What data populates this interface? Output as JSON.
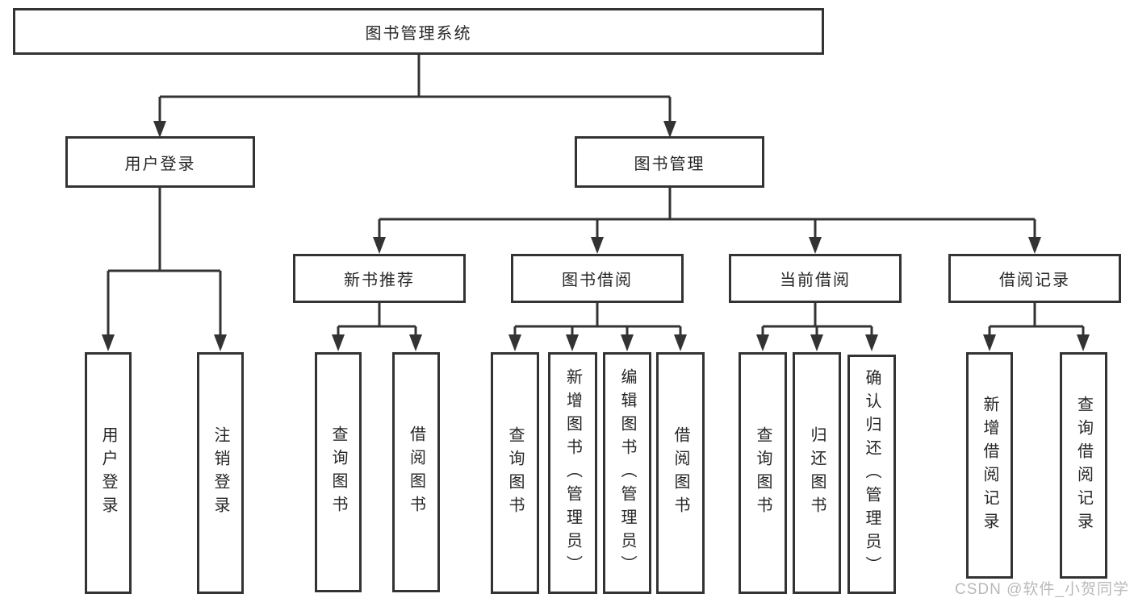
{
  "diagram": {
    "type": "hierarchy",
    "colors": {
      "line": "#333333",
      "box_border": "#333333",
      "text": "#262626",
      "background": "#ffffff",
      "watermark": "#b9b9b9"
    },
    "root": {
      "label": "图书管理系统",
      "children": {
        "user_login": {
          "label": "用户登录",
          "children": {
            "login": {
              "label": "用户登录"
            },
            "logout": {
              "label": "注销登录"
            }
          }
        },
        "book_management": {
          "label": "图书管理",
          "children": {
            "new_book_recommendation": {
              "label": "新书推荐",
              "children": {
                "query_books": {
                  "label": "查询图书"
                },
                "borrow_books": {
                  "label": "借阅图书"
                }
              }
            },
            "book_borrowing": {
              "label": "图书借阅",
              "children": {
                "query_books": {
                  "label": "查询图书"
                },
                "add_books": {
                  "label": "新增图书（管理员）"
                },
                "edit_books": {
                  "label": "编辑图书（管理员）"
                },
                "borrow_books": {
                  "label": "借阅图书"
                }
              }
            },
            "current_borrowing": {
              "label": "当前借阅",
              "children": {
                "query_books": {
                  "label": "查询图书"
                },
                "return_books": {
                  "label": "归还图书"
                },
                "confirm_return": {
                  "label": "确认归还（管理员）"
                }
              }
            },
            "borrowing_records": {
              "label": "借阅记录",
              "children": {
                "add_record": {
                  "label": "新增借阅记录"
                },
                "query_record": {
                  "label": "查询借阅记录"
                }
              }
            }
          }
        }
      }
    }
  },
  "watermark": {
    "text": "CSDN @软件_小贺同学"
  }
}
